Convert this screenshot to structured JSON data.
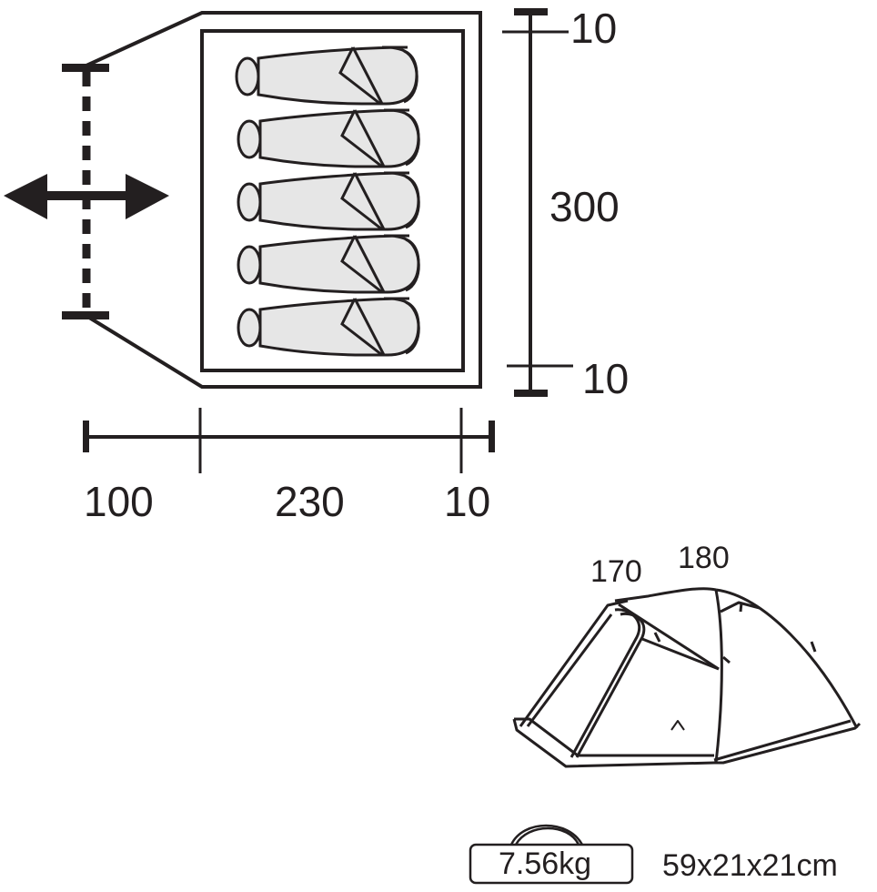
{
  "floor_plan": {
    "dimensions_vertical": {
      "top_margin": "10",
      "length": "300",
      "bottom_margin": "10"
    },
    "dimensions_horizontal": {
      "vestibule": "100",
      "inner_width": "230",
      "right_margin": "10"
    },
    "sleeping_bags": 5,
    "entrance_icon": "double-arrow-icon"
  },
  "tent_view": {
    "height_vestibule": "170",
    "height_inner": "180"
  },
  "pack_info": {
    "weight": "7.56kg",
    "packed_size": "59x21x21cm"
  },
  "colors": {
    "line": "#231f20",
    "bag_fill": "#e6e6e6",
    "background": "#ffffff"
  }
}
